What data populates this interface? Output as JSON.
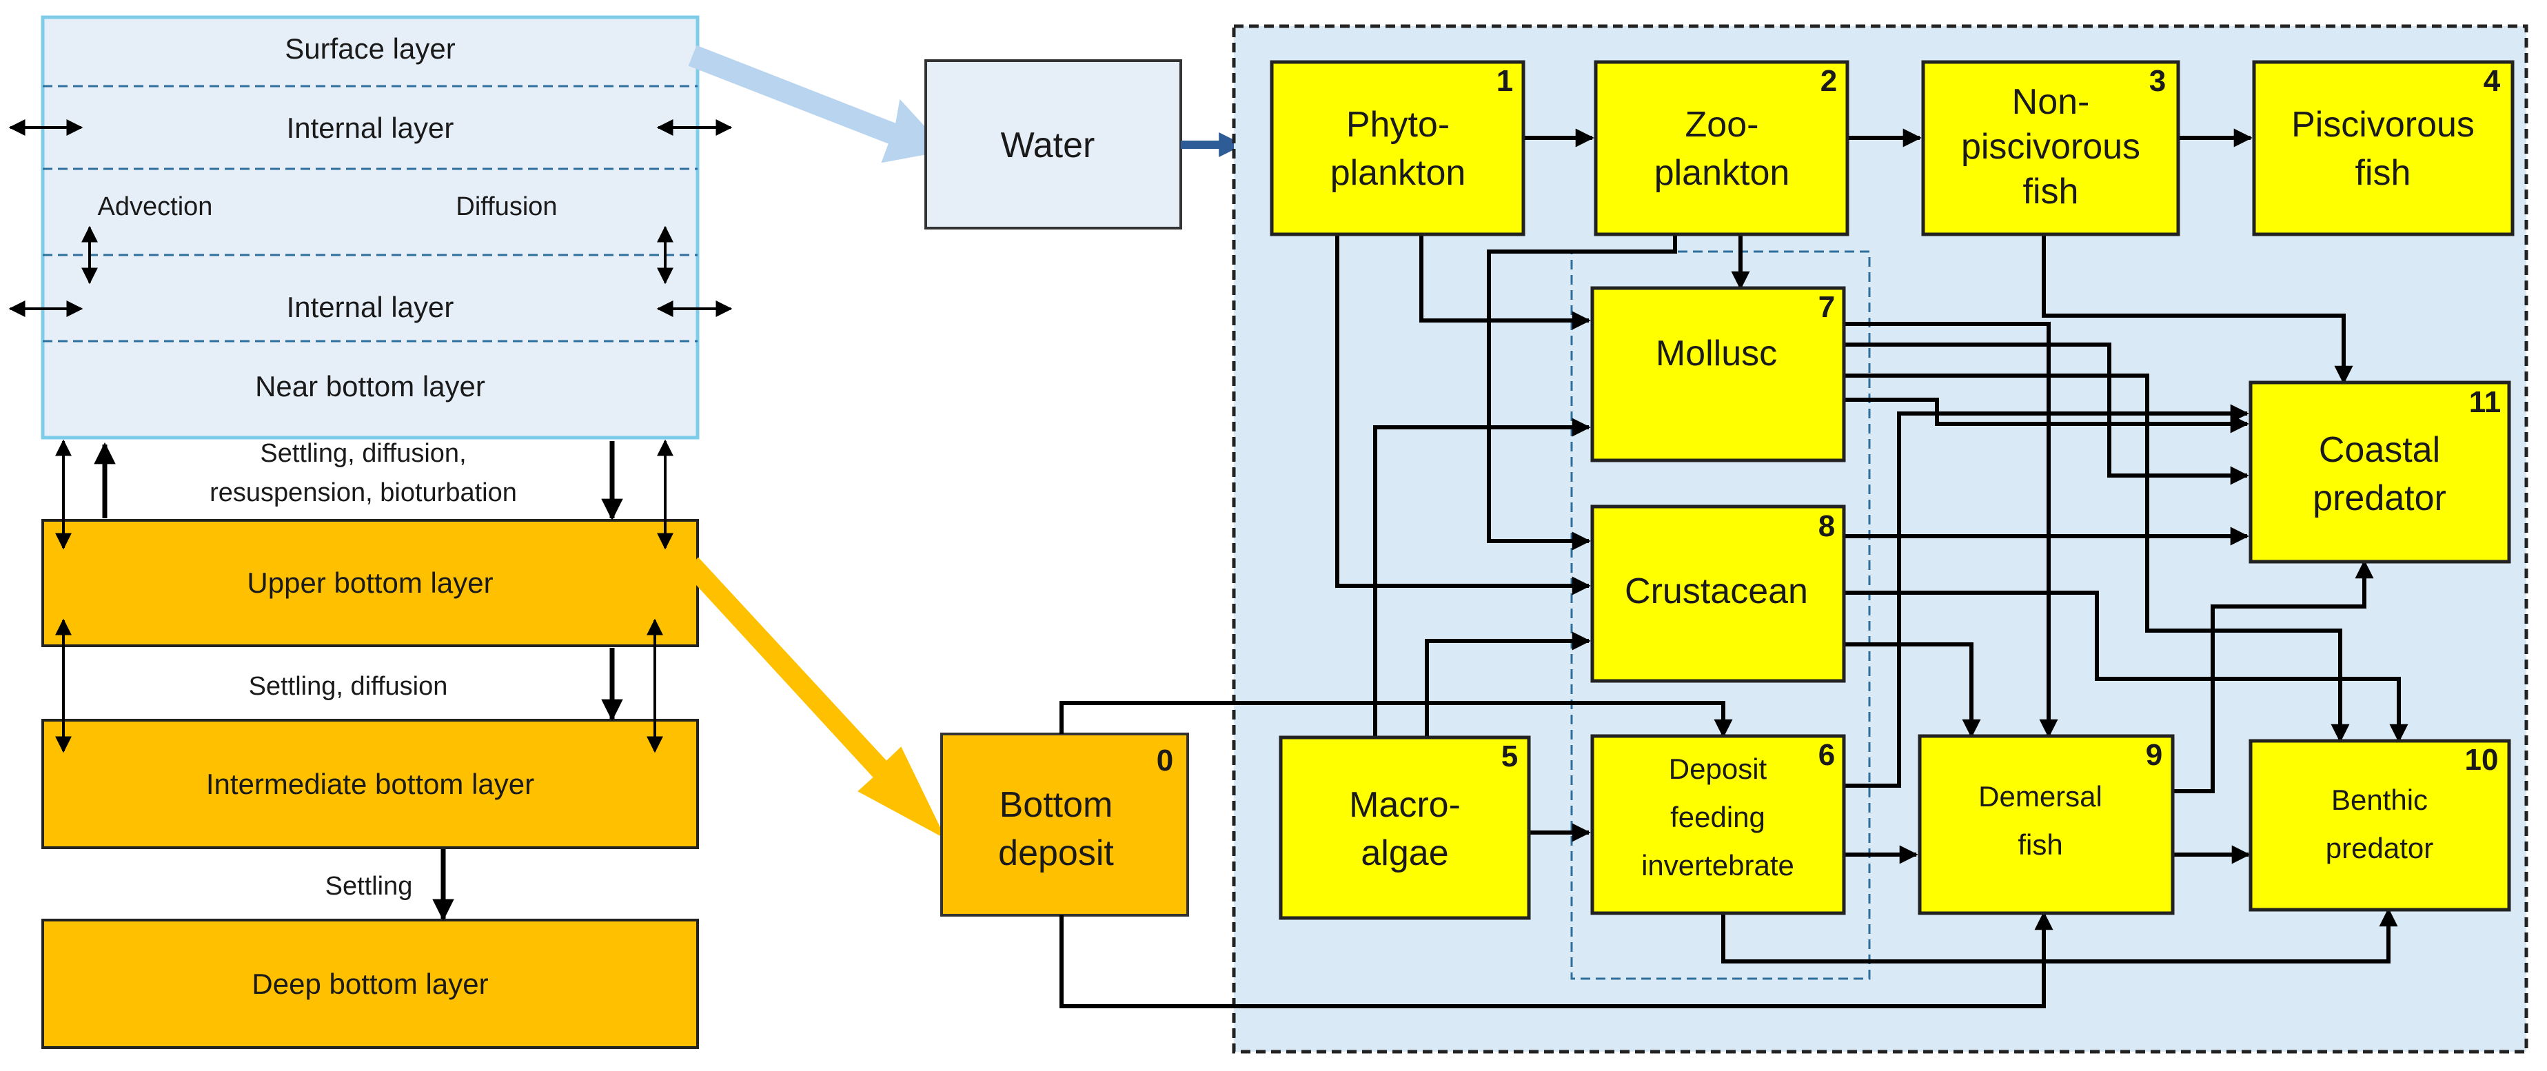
{
  "water_layers": {
    "surface": "Surface layer",
    "internal_1": "Internal layer",
    "advection": "Advection",
    "diffusion": "Diffusion",
    "internal_2": "Internal layer",
    "near_bottom": "Near bottom layer"
  },
  "exchange_labels": {
    "settling_1": "Settling, diffusion,",
    "settling_2": "resuspension,  bioturbation",
    "settling_diffusion": "Settling, diffusion",
    "settling": "Settling"
  },
  "bottom_layers": {
    "upper": "Upper bottom layer",
    "intermediate": "Intermediate bottom layer",
    "deep": "Deep bottom layer"
  },
  "compartments": {
    "water": "Water",
    "bottom_deposit": {
      "number": "0",
      "line1": "Bottom",
      "line2": "deposit"
    }
  },
  "food_web_nodes": [
    {
      "number": "1",
      "line1": "Phyto-",
      "line2": "plankton",
      "line3": ""
    },
    {
      "number": "2",
      "line1": "Zoo-",
      "line2": "plankton",
      "line3": ""
    },
    {
      "number": "3",
      "line1": "Non-",
      "line2": "piscivorous",
      "line3": "fish"
    },
    {
      "number": "4",
      "line1": "Piscivorous",
      "line2": "fish",
      "line3": ""
    },
    {
      "number": "5",
      "line1": "Macro-",
      "line2": "algae",
      "line3": ""
    },
    {
      "number": "6",
      "line1": "Deposit",
      "line2": "feeding",
      "line3": "invertebrate"
    },
    {
      "number": "7",
      "line1": "Mollusc",
      "line2": "",
      "line3": ""
    },
    {
      "number": "8",
      "line1": "Crustacean",
      "line2": "",
      "line3": ""
    },
    {
      "number": "9",
      "line1": "Demersal",
      "line2": "fish",
      "line3": ""
    },
    {
      "number": "10",
      "line1": "Benthic",
      "line2": "predator",
      "line3": ""
    },
    {
      "number": "11",
      "line1": "Coastal",
      "line2": "predator",
      "line3": ""
    }
  ],
  "colors": {
    "water_fill": "#e6eff8",
    "water_border": "#7fcce8",
    "sediment_fill": "#ffc000",
    "node_fill": "#ffff00",
    "web_background": "#d9e9f5",
    "water_arrow": "#b8d4ee",
    "sediment_arrow": "#ffc000",
    "inlet_arrow": "#2e5c96"
  }
}
